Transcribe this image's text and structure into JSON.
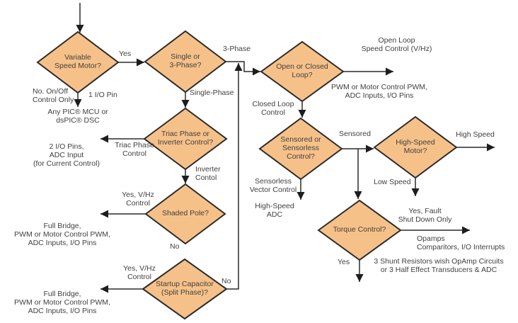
{
  "nodes": {
    "variable_speed": "Variable\nSpeed Motor?",
    "single_or_3phase": "Single or\n3-Phase?",
    "triac_or_inverter": "Triac Phase or\nInverter Control?",
    "shaded_pole": "Shaded Pole?",
    "startup_capacitor": "Startup Capacitor\n(Split Phase)?",
    "open_or_closed": "Open or Closed\nLoop?",
    "sensored_or_sensorless": "Sensored or\nSensorless\nControl?",
    "high_speed_motor": "High-Speed\nMotor?",
    "torque_control": "Torque Control?"
  },
  "labels": {
    "yes_variable": "Yes",
    "no_onoff": "No. On/Off\nControl Only",
    "one_io_pin": "1 I/O Pin",
    "any_pic": "Any PIC® MCU or\ndsPIC® DSC",
    "three_phase": "3-Phase",
    "single_phase": "Single-Phase",
    "triac_phase_control": "Triac Phase\nControl",
    "two_io_pins": "2 I/O Pins,\nADC Input\n(for Current Control)",
    "inverter_contol": "Inverter\nContol",
    "yes_vhz_shaded": "Yes, V/Hz\nControl",
    "no_shaded": "No",
    "full_bridge_shaded": "Full Bridge,\nPWM or Motor Control PWM,\nADC Inputs, I/O Pins",
    "yes_vhz_startup": "Yes, V/Hz\nControl",
    "full_bridge_startup": "Full Bridge,\nPWM or Motor Control PWM,\nADC Inputs, I/O Pins",
    "no_startup": "No",
    "open_loop_speed": "Open Loop\nSpeed Control (V/Hz)",
    "pwm_motor_control": "PWM or Motor Control PWM,\nADC Inputs, I/O Pins",
    "closed_loop_control": "Closed Loop\nControl",
    "sensored": "Sensored",
    "sensorless_vector": "Sensorless\nVector Control",
    "high_speed_adc": "High-Speed\nADC",
    "high_speed": "High Speed",
    "low_speed": "Low Speed",
    "yes_fault": "Yes, Fault\nShut Down Only",
    "opamps_comparitors": "Opamps\nComparitors, I/O Interrupts",
    "yes_torque": "Yes",
    "shunt_resistors": "3 Shunt Resistors wish OpAmp Circuits\nor 3 Half Effect Transducers & ADC"
  },
  "colors": {
    "diamond_fill": "#F6C189",
    "diamond_border": "#2B2B2B",
    "line": "#2B2B2B",
    "text": "#404040",
    "background": "#FFFFFF"
  }
}
